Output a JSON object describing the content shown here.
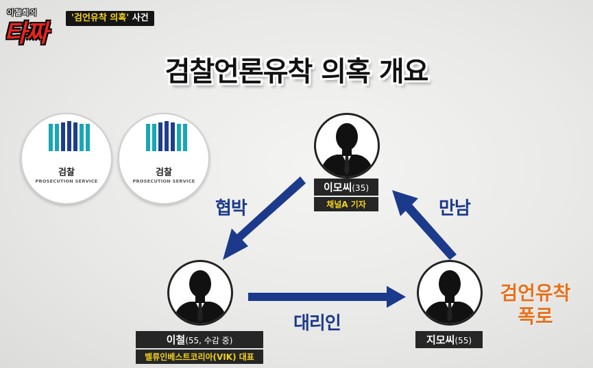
{
  "header": {
    "logo_small": "이철희의",
    "logo_big": "타짜",
    "case_quote": "'검언유착 의혹'",
    "case_suffix": " 사건"
  },
  "title": "검찰언론유착 의혹 개요",
  "emblems": [
    {
      "name": "검찰",
      "sub": "PROSECUTION SERVICE"
    },
    {
      "name": "검찰",
      "sub": "PROSECUTION SERVICE"
    }
  ],
  "people": {
    "top": {
      "name": "이모씨",
      "age": "(35)",
      "role": "채널A 기자"
    },
    "left": {
      "name": "이철",
      "age": "(55, 수감 중)",
      "role": "벨류인베스트코리아(VIK) 대표"
    },
    "right": {
      "name": "지모씨",
      "age": "(55)"
    }
  },
  "relations": {
    "threat": "협박",
    "proxy": "대리인",
    "meet": "만남"
  },
  "expose": {
    "line1": "검언유착",
    "line2": "폭로"
  },
  "colors": {
    "arrow": "#1c3a8c",
    "expose": "#e8701a",
    "role": "#f3d31a"
  }
}
